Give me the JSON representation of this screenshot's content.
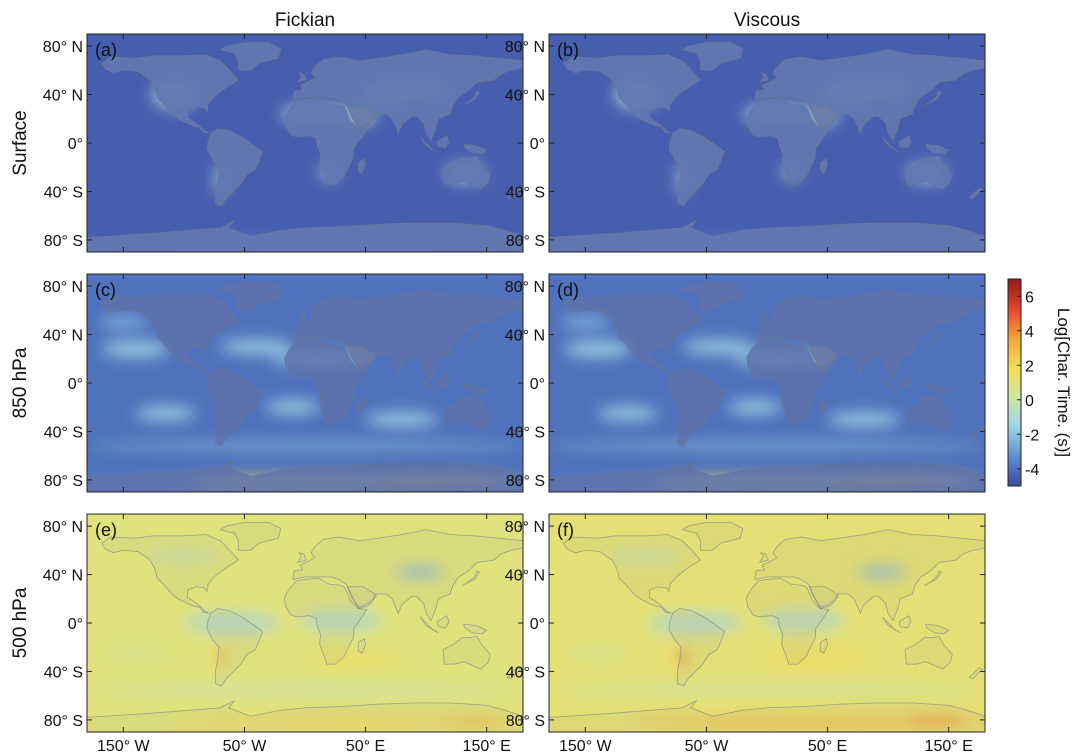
{
  "chart_data": {
    "type": "heatmap",
    "column_titles": [
      "Fickian",
      "Viscous"
    ],
    "row_titles": [
      "Surface",
      "850 hPa",
      "500 hPa"
    ],
    "panel_labels": [
      "(a)",
      "(b)",
      "(c)",
      "(d)",
      "(e)",
      "(f)"
    ],
    "y_ticks": [
      {
        "value": 80,
        "label": "80° N"
      },
      {
        "value": 40,
        "label": "40° N"
      },
      {
        "value": 0,
        "label": "0°"
      },
      {
        "value": -40,
        "label": "40° S"
      },
      {
        "value": -80,
        "label": "80° S"
      }
    ],
    "x_ticks": [
      {
        "value": -150,
        "label": "150° W"
      },
      {
        "value": -50,
        "label": "50° W"
      },
      {
        "value": 50,
        "label": "50° E"
      },
      {
        "value": 150,
        "label": "150° E"
      }
    ],
    "xlim": [
      -180,
      180
    ],
    "ylim": [
      -90,
      90
    ],
    "colorbar": {
      "label": "Log[Char. Time. (s)]",
      "range": [
        -5,
        7
      ],
      "ticks": [
        -4,
        -2,
        0,
        2,
        4,
        6
      ],
      "tick_labels": [
        "-4",
        "-2",
        "0",
        "2",
        "4",
        "6"
      ],
      "colors": [
        "#3b4aa0",
        "#5f8fd0",
        "#9fd3e8",
        "#cfe6a0",
        "#f2dd5a",
        "#f3a53a",
        "#e2452b",
        "#8e1b1b"
      ]
    },
    "panel_typical_values": {
      "a": {
        "ocean": -4.5,
        "land_dry": -1.2,
        "land_humid": -4.0,
        "antarctica": -3.5
      },
      "b": {
        "ocean": -4.5,
        "land_dry": -1.2,
        "land_humid": -4.0,
        "antarctica": -3.5
      },
      "c": {
        "ocean": -4.0,
        "storm_tracks": -1.5,
        "antarctica": 1.5
      },
      "d": {
        "ocean": -4.0,
        "storm_tracks": -1.5,
        "antarctica": 1.5
      },
      "e": {
        "background": 1.0,
        "tropics_low": -1.5,
        "antarctica": 2.0
      },
      "f": {
        "background": 1.2,
        "tropics_low": -1.5,
        "antarctica": 2.8
      }
    }
  }
}
